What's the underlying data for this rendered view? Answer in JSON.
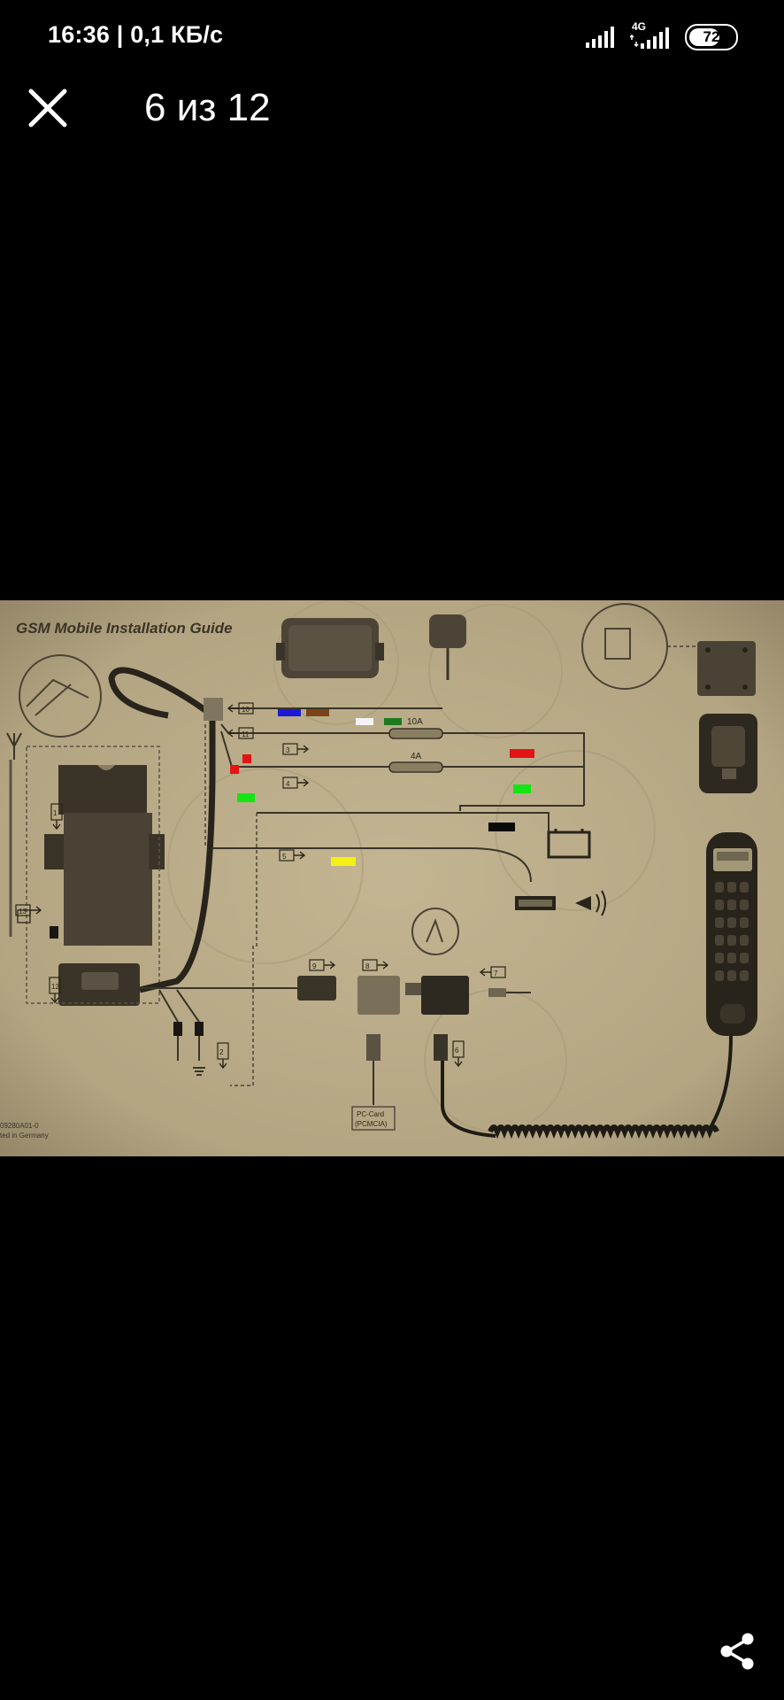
{
  "status_bar": {
    "time": "16:36 | 0,1 КБ/с",
    "network_type": "4G",
    "battery_level": 72,
    "battery_text": "72",
    "icons": [
      "signal-icon",
      "signal-4g-icon",
      "battery-icon"
    ]
  },
  "viewer": {
    "counter": "6 из 12",
    "close_icon": "close-icon",
    "share_icon": "share-icon"
  },
  "photo": {
    "title": "GSM Mobile Installation Guide",
    "fuse_10a": "10A",
    "fuse_4a": "4A",
    "pc_card_label_1": "PC-Card",
    "pc_card_label_2": "(PCMCIA)",
    "part_number": "09280A01-0",
    "printed_in": "ted in Germany",
    "connector_numbers": [
      "10",
      "11",
      "3",
      "4",
      "5",
      "9",
      "8",
      "7",
      "12",
      "13",
      "1",
      "2",
      "6"
    ],
    "wire_colors": {
      "blue": "#1a1ad6",
      "brown": "#7a4418",
      "white": "#f4f4f4",
      "dark_green": "#1e7a1e",
      "red": "#e41414",
      "green": "#14e414",
      "black": "#0a0a0a",
      "yellow": "#f4f014"
    },
    "background_color": "#b8ab8a"
  }
}
